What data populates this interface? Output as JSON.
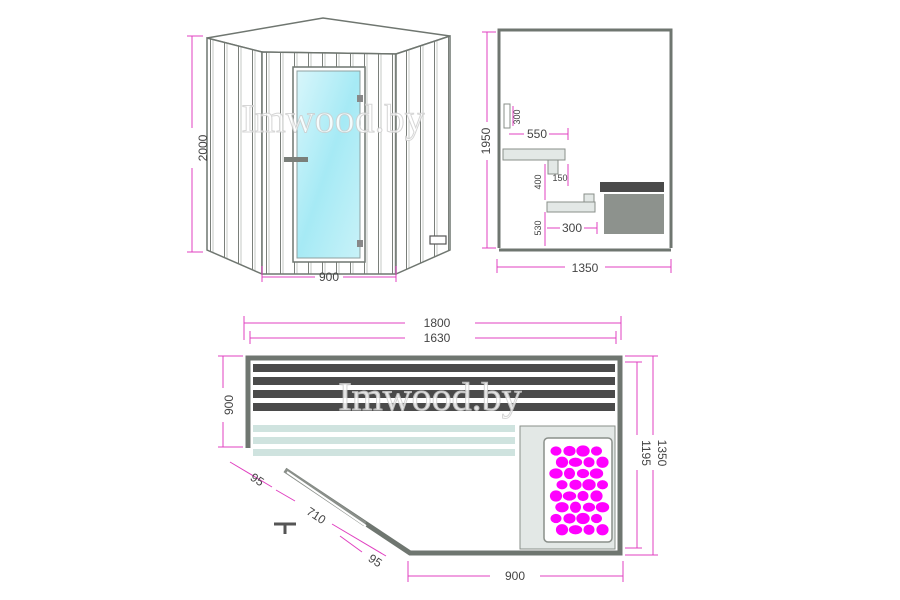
{
  "watermark": "Imwood.by",
  "colors": {
    "dimension": "#e040c0",
    "wall": "#6f7670",
    "glass": "#a6eaf5",
    "bench_dark": "#4a4a4a",
    "bench_light": "#cfe3df",
    "stones": "#ff00ff"
  },
  "front_view": {
    "height_label": "2000",
    "door_width_label": "900"
  },
  "side_view": {
    "height_label": "1950",
    "width_label": "1350",
    "backrest_label": "300",
    "upper_bench_label": "550",
    "bench_gap_label": "150",
    "upper_height_label": "400",
    "lower_height_label": "530",
    "lower_bench_label": "300"
  },
  "plan_view": {
    "outer_width_label": "1800",
    "inner_width_label": "1630",
    "left_depth_label": "900",
    "right_outer_label": "1350",
    "right_inner_label": "1195",
    "diag_a_label": "95",
    "diag_door_label": "710",
    "diag_b_label": "95",
    "bottom_width_label": "900"
  }
}
